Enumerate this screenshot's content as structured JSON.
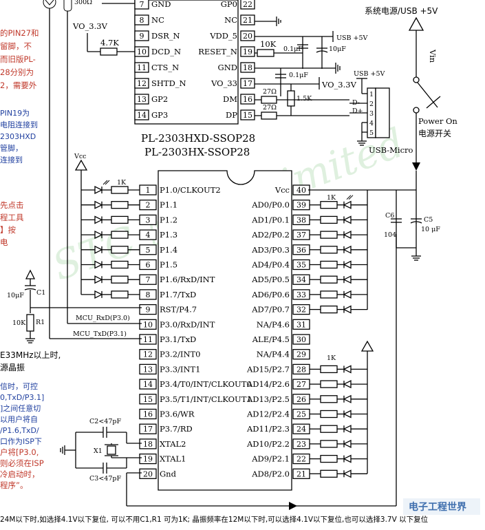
{
  "usb_chip": {
    "name_line1": "PL-2303HXD-SSOP28",
    "name_line2": "PL-2303HX-SSOP28",
    "left_pins": [
      {
        "num": "7",
        "name": "GND"
      },
      {
        "num": "8",
        "name": "NC"
      },
      {
        "num": "9",
        "name": "DSR_N"
      },
      {
        "num": "10",
        "name": "DCD_N"
      },
      {
        "num": "11",
        "name": "CTS_N"
      },
      {
        "num": "12",
        "name": "SHTD_N"
      },
      {
        "num": "13",
        "name": "GP2"
      },
      {
        "num": "14",
        "name": "GP3"
      }
    ],
    "right_pins": [
      {
        "num": "22",
        "name": "GP0"
      },
      {
        "num": "21",
        "name": "NC"
      },
      {
        "num": "20",
        "name": "VDD_5"
      },
      {
        "num": "19",
        "name": "RESET_N"
      },
      {
        "num": "18",
        "name": "GND"
      },
      {
        "num": "17",
        "name": "VO_33"
      },
      {
        "num": "16",
        "name": "DM"
      },
      {
        "num": "15",
        "name": "DP"
      }
    ],
    "top_resistor": "300Ω"
  },
  "usb_labels": {
    "vo33_left": "VO_3.3V",
    "r_4k7": "4.7K",
    "usb5v_a": "USB +5V",
    "r_10k": "10K",
    "c_01u_a": "0.1μF",
    "c_10u": "10μF",
    "c_01u_b": "0.1μF",
    "vo33_right": "VO_3.3V",
    "usb5v_b": "USB +5V",
    "r_15k": "1.5K",
    "r_27a": "27Ω",
    "r_27b": "27Ω",
    "dminus": "D-",
    "dplus": "D+",
    "connector": "USB-Micro",
    "conn_pins": [
      "1",
      "2",
      "3",
      "4",
      "5"
    ]
  },
  "power": {
    "title": "系统电源/USB +5V",
    "vin": "Vin",
    "switch_en": "Power On",
    "switch_cn": "电源开关"
  },
  "mcu": {
    "left_pins": [
      {
        "num": "1",
        "name": "P1.0/CLKOUT2"
      },
      {
        "num": "2",
        "name": "P1.1"
      },
      {
        "num": "3",
        "name": "P1.2"
      },
      {
        "num": "4",
        "name": "P1.3"
      },
      {
        "num": "5",
        "name": "P1.4"
      },
      {
        "num": "6",
        "name": "P1.5"
      },
      {
        "num": "7",
        "name": "P1.6/RxD/INT"
      },
      {
        "num": "8",
        "name": "P1.7/TxD"
      },
      {
        "num": "9",
        "name": "RST/P4.7"
      },
      {
        "num": "10",
        "name": "P3.0/RxD/INT"
      },
      {
        "num": "11",
        "name": "P3.1/TxD"
      },
      {
        "num": "12",
        "name": "P3.2/INT0"
      },
      {
        "num": "13",
        "name": "P3.3/INT1"
      },
      {
        "num": "14",
        "name": "P3.4/T0/INT/CLKOUT0"
      },
      {
        "num": "15",
        "name": "P3.5/T1/INT/CLKOUT1"
      },
      {
        "num": "16",
        "name": "P3.6/WR"
      },
      {
        "num": "17",
        "name": "P3.7/RD"
      },
      {
        "num": "18",
        "name": "XTAL2"
      },
      {
        "num": "19",
        "name": "XTAL1"
      },
      {
        "num": "20",
        "name": "Gnd"
      }
    ],
    "right_pins": [
      {
        "num": "40",
        "name": "Vcc"
      },
      {
        "num": "39",
        "name": "AD0/P0.0"
      },
      {
        "num": "38",
        "name": "AD1/P0.1"
      },
      {
        "num": "37",
        "name": "AD2/P0.2"
      },
      {
        "num": "36",
        "name": "AD3/P0.3"
      },
      {
        "num": "35",
        "name": "AD4/P0.4"
      },
      {
        "num": "34",
        "name": "AD5/P0.5"
      },
      {
        "num": "33",
        "name": "AD6/P0.6"
      },
      {
        "num": "32",
        "name": "AD7/P0.7"
      },
      {
        "num": "31",
        "name": "NA/P4.6"
      },
      {
        "num": "30",
        "name": "ALE/P4.5"
      },
      {
        "num": "29",
        "name": "NA/P4.4"
      },
      {
        "num": "28",
        "name": "AD15/P2.7"
      },
      {
        "num": "27",
        "name": "AD14/P2.6"
      },
      {
        "num": "26",
        "name": "AD13/P2.5"
      },
      {
        "num": "25",
        "name": "AD12/P2.4"
      },
      {
        "num": "24",
        "name": "AD11/P2.3"
      },
      {
        "num": "23",
        "name": "AD10/P2.2"
      },
      {
        "num": "22",
        "name": "AD9/P2.1"
      },
      {
        "num": "21",
        "name": "AD8/P2.0"
      }
    ]
  },
  "mcu_labels": {
    "vcc_left": "Vcc",
    "r_1k_left": "1K",
    "r_1k_p0": "1K",
    "r_1k_p2": "1K",
    "c1_val": "10μF",
    "c1": "C1",
    "r1_val": "10K",
    "r1": "R1",
    "mcu_rxd": "MCU_RxD(P3.0)",
    "mcu_txd": "MCU_TxD(P3.1)",
    "c2": "C2<47pF",
    "c3": "C3<47pF",
    "x1": "X1",
    "c6": "C6",
    "c6_val": "104",
    "c5": "C5",
    "c5_val": "10 μF"
  },
  "left_notes": {
    "red_top": [
      "的PIN27和",
      "留脚，不",
      "而旧版PL-",
      "28分别为",
      "2，需要外"
    ],
    "blue_mid": [
      "PIN19为",
      "电阻连接到",
      "2303HXD",
      "管脚，",
      "连接到"
    ],
    "red_mid": [
      "先点击",
      "程工具",
      "】按",
      "电"
    ],
    "black_mid": [
      "E33MHz以上时,",
      "源晶振"
    ],
    "blue_low": [
      "信时，可控",
      "0,TxD/P3.1]",
      "]之间任意切",
      "以用户将自",
      "/P1.6,TxD/",
      "口作为ISP下"
    ],
    "red_low": [
      "户将[P3.0,",
      "则必须在ISP",
      "冷启动时，",
      "程序”。"
    ]
  },
  "bottom_note": "24M以下时,如选择4.1V以下复位, 可以不用C1,R1 可为1K; 晶振频率在12M以下时,可以选择4.1V以下复位,也可以选择3.7V 以下复位",
  "watermark": "STC MCU Limited",
  "site_logo": "电子工程世界"
}
